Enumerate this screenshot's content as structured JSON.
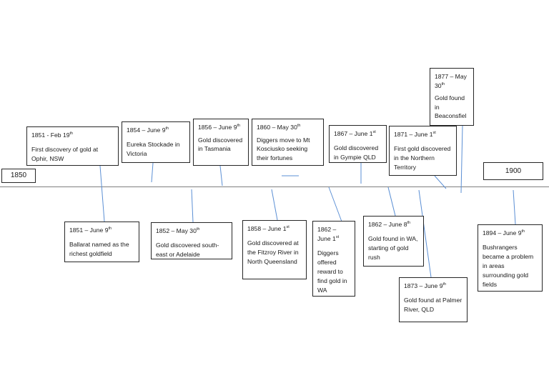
{
  "start_year": "1850",
  "end_year": "1900",
  "events": [
    {
      "date": "1851 - Feb 19",
      "sup": "th",
      "text": "First discovery of gold at Ophir, NSW"
    },
    {
      "date": "1854 – June 9",
      "sup": "th",
      "text": "Eureka Stockade in Victoria"
    },
    {
      "date": "1856 – June 9",
      "sup": "th",
      "text": "Gold discovered in Tasmania"
    },
    {
      "date": "1860 – May 30",
      "sup": "th",
      "text": "Diggers move to Mt Kosciusko seeking their fortunes"
    },
    {
      "date": "1867 – June 1",
      "sup": "st",
      "text": "Gold discovered in Gympie QLD"
    },
    {
      "date": "1871 – June 1",
      "sup": "st",
      "text": "First gold discovered in the Northern Territory"
    },
    {
      "date": "1877 – May 30",
      "sup": "th",
      "text": "Gold found in Beaconsfiel"
    },
    {
      "date": "1851 – June 9",
      "sup": "th",
      "text": "Ballarat named as the richest goldfield"
    },
    {
      "date": "1852 – May 30",
      "sup": "th",
      "text": "Gold discovered south-east or Adelaide"
    },
    {
      "date": "1858 – June 1",
      "sup": "st",
      "text": "Gold discovered at the Fitzroy River in North Queensland"
    },
    {
      "date": "1862 – June 1",
      "sup": "st",
      "text": "Diggers offered reward to find gold in WA"
    },
    {
      "date": "1862 – June 8",
      "sup": "th",
      "text": "Gold found in WA, starting of gold rush"
    },
    {
      "date": "1873 – June 9",
      "sup": "th",
      "text": "Gold found at Palmer River, QLD"
    },
    {
      "date": "1894 – June 9",
      "sup": "th",
      "text": "Bushrangers became a problem in areas surrounding gold fields"
    }
  ],
  "colors": {
    "connector": "#5b8fd4",
    "axis": "#7f7f7f",
    "border": "#262626"
  }
}
